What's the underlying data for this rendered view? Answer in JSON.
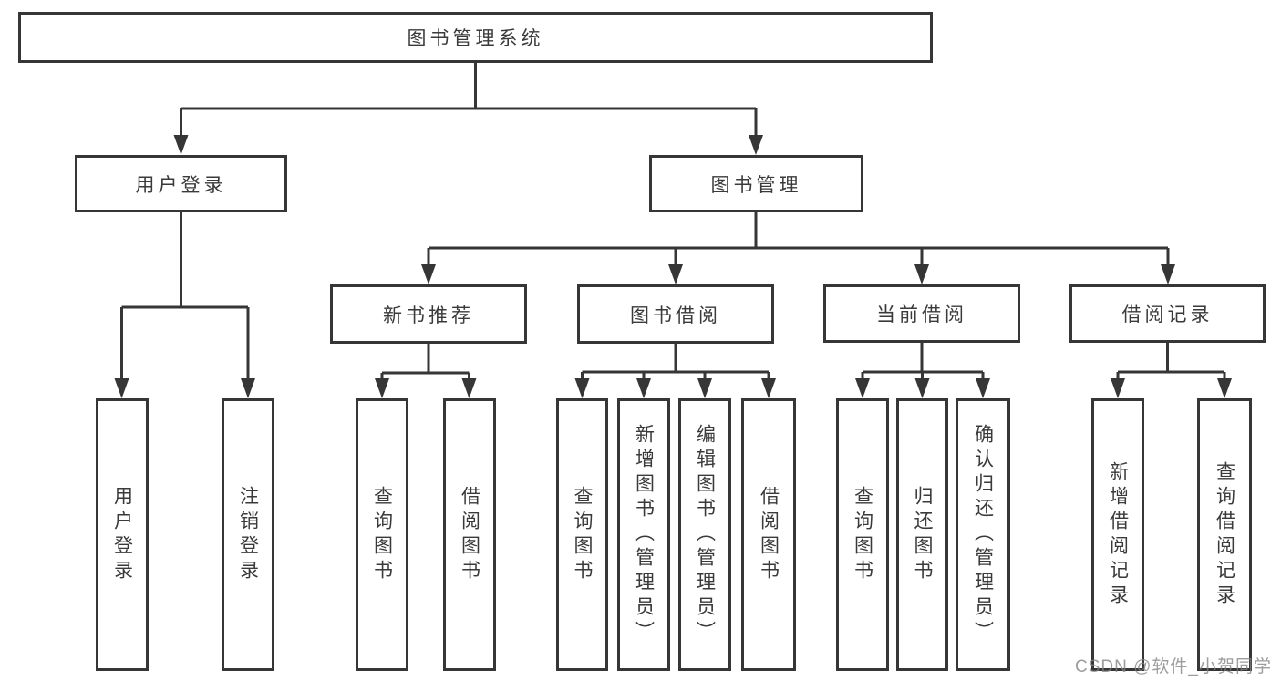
{
  "diagram": {
    "root": {
      "label": "图书管理系统"
    },
    "branches": [
      {
        "label": "用户登录",
        "children": [
          {
            "label": "用户登录"
          },
          {
            "label": "注销登录"
          }
        ]
      },
      {
        "label": "图书管理",
        "children": [
          {
            "label": "新书推荐",
            "children": [
              {
                "label": "查询图书"
              },
              {
                "label": "借阅图书"
              }
            ]
          },
          {
            "label": "图书借阅",
            "children": [
              {
                "label": "查询图书"
              },
              {
                "label": "新增图书（管理员）"
              },
              {
                "label": "编辑图书（管理员）"
              },
              {
                "label": "借阅图书"
              }
            ]
          },
          {
            "label": "当前借阅",
            "children": [
              {
                "label": "查询图书"
              },
              {
                "label": "归还图书"
              },
              {
                "label": "确认归还（管理员）"
              }
            ]
          },
          {
            "label": "借阅记录",
            "children": [
              {
                "label": "新增借阅记录"
              },
              {
                "label": "查询借阅记录"
              }
            ]
          }
        ]
      }
    ],
    "watermark": "CSDN @软件_小贺同学",
    "colors": {
      "line": "#363636",
      "box_border": "#363636",
      "box_fill": "#ffffff",
      "text": "#3a3a3a",
      "watermark": "#828282",
      "background": "#ffffff"
    }
  }
}
